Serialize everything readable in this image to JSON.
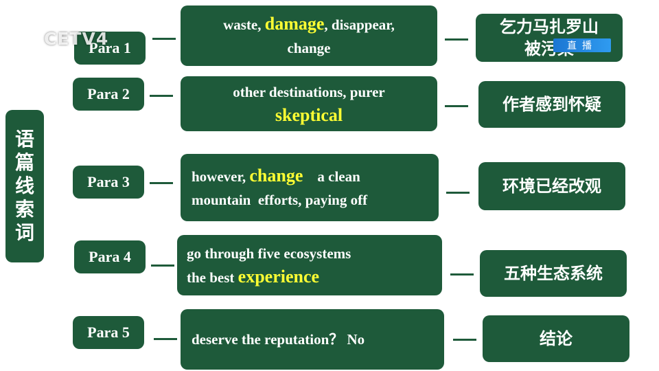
{
  "side_title": [
    "语",
    "篇",
    "线",
    "索",
    "词"
  ],
  "logo_text": "CETV4",
  "live_badge": "直播",
  "rows": [
    {
      "para": "Para 1",
      "content": [
        [
          {
            "t": "waste, "
          },
          {
            "t": "damage",
            "hl": true
          },
          {
            "t": ", disappear,"
          }
        ],
        [
          {
            "t": "change"
          }
        ]
      ],
      "summary": [
        "乞力马扎罗山",
        "被污染"
      ]
    },
    {
      "para": "Para 2",
      "content": [
        [
          {
            "t": "other destinations, purer"
          }
        ],
        [
          {
            "t": "skeptical",
            "hl": true
          }
        ]
      ],
      "summary": [
        "作者感到怀疑"
      ]
    },
    {
      "para": "Para 3",
      "content": [
        [
          {
            "t": "however, "
          },
          {
            "t": "change",
            "hl": true
          },
          {
            "t": "    a clean"
          }
        ],
        [
          {
            "t": "mountain  efforts, paying off"
          }
        ]
      ],
      "summary": [
        "环境已经改观"
      ]
    },
    {
      "para": "Para 4",
      "content": [
        [
          {
            "t": "go through five ecosystems"
          }
        ],
        [
          {
            "t": "the best "
          },
          {
            "t": "experience",
            "hl": true
          }
        ]
      ],
      "summary": [
        "五种生态系统"
      ]
    },
    {
      "para": "Para 5",
      "content": [
        [
          {
            "t": "deserve the reputation？ No"
          }
        ]
      ],
      "summary": [
        "结论"
      ]
    }
  ]
}
